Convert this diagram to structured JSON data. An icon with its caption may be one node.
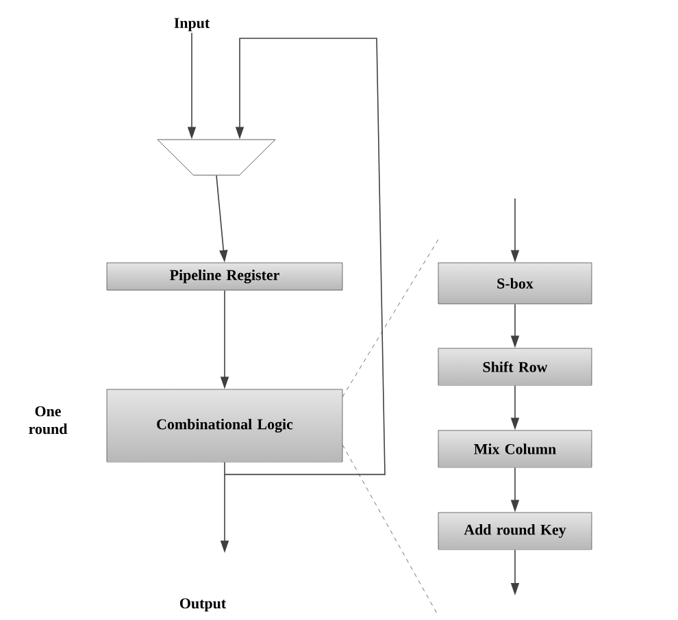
{
  "diagram": {
    "nodes": [
      {
        "text": [
          "Input"
        ]
      },
      {
        "text": [],
        "shape": "trapezoid"
      },
      {
        "text": [
          "Pipeline Register"
        ]
      },
      {
        "text": [
          "Combinational Logic"
        ]
      },
      {
        "text": [
          "Output"
        ]
      },
      {
        "text": [
          "S-box"
        ]
      },
      {
        "text": [
          "Shift Row"
        ]
      },
      {
        "text": [
          "Mix Column"
        ]
      },
      {
        "text": [
          "Add round Key"
        ]
      }
    ],
    "edges": [
      {
        "from": 0,
        "to": 1,
        "arrow": "to"
      },
      {
        "from": 3,
        "to": 1,
        "arrow": "to"
      },
      {
        "from": 1,
        "to": 2,
        "arrow": "to"
      },
      {
        "from": 2,
        "to": 3,
        "arrow": "to"
      },
      {
        "from": 3,
        "to": 4,
        "arrow": "to"
      },
      {
        "from": null,
        "to": 5,
        "arrow": "to"
      },
      {
        "from": 5,
        "to": 6,
        "arrow": "to"
      },
      {
        "from": 6,
        "to": 7,
        "arrow": "to"
      },
      {
        "from": 7,
        "to": 8,
        "arrow": "to"
      },
      {
        "from": 8,
        "to": null,
        "arrow": "to"
      }
    ],
    "labels": [
      "One round"
    ]
  }
}
